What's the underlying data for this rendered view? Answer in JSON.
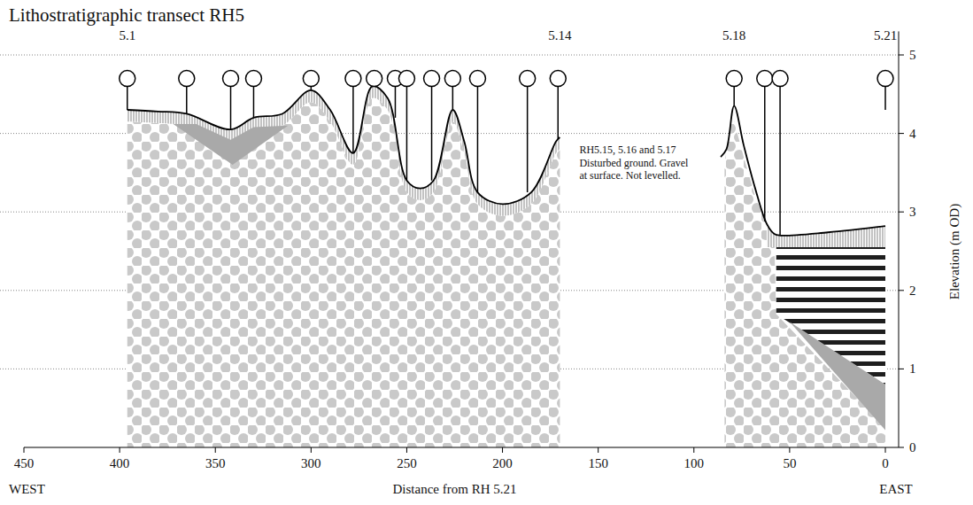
{
  "diagram": {
    "title": "Lithostratigraphic transect RH5",
    "labels": [
      "5.1",
      "5.14",
      "5.18",
      "5.21",
      "RH5.15, 5.16 and 5.17 Disturbed ground. Gravel at surface. Not levelled.",
      "450",
      "400",
      "350",
      "300",
      "250",
      "200",
      "150",
      "100",
      "50",
      "0",
      "WEST",
      "Distance from RH 5.21",
      "EAST",
      "0",
      "1",
      "2",
      "3",
      "4",
      "5",
      "Elevation (m OD)"
    ]
  }
}
